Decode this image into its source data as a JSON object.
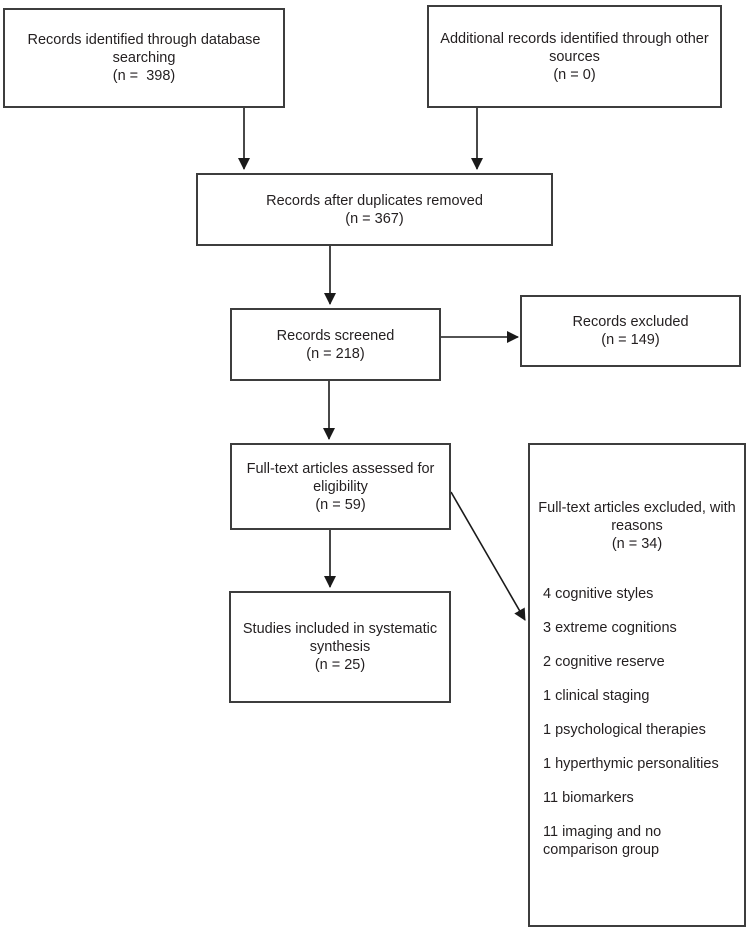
{
  "figure": {
    "kind": "prisma-flow-diagram",
    "colors": {
      "border": "#3d3d3d",
      "arrow": "#1a1a1a",
      "text": "#231f20",
      "background": "#ffffff"
    },
    "boxes": {
      "identified_db": {
        "lines": [
          "Records identified through database",
          "searching",
          "(n =  398)"
        ]
      },
      "identified_other": {
        "lines": [
          "Additional records identified through other",
          "sources",
          "(n = 0)"
        ]
      },
      "after_duplicates": {
        "lines": [
          "Records after duplicates removed",
          "(n = 367)"
        ]
      },
      "screened": {
        "lines": [
          "Records screened",
          "(n = 218)"
        ]
      },
      "records_excluded": {
        "lines": [
          "Records excluded",
          "(n = 149)"
        ]
      },
      "fulltext_assessed": {
        "lines": [
          "Full-text articles assessed for",
          "eligibility",
          "(n = 59)"
        ]
      },
      "included": {
        "lines": [
          "Studies included in systematic",
          "synthesis",
          "(n = 25)"
        ]
      },
      "fulltext_excluded": {
        "heading_lines": [
          "Full-text articles excluded, with",
          "reasons",
          "(n = 34)"
        ],
        "reasons": [
          "4 cognitive styles",
          "3 extreme cognitions",
          "2 cognitive reserve",
          "1 clinical staging",
          "1 psychological therapies",
          "1 hyperthymic personalities",
          "11 biomarkers",
          "11 imaging and no comparison group"
        ]
      }
    }
  }
}
